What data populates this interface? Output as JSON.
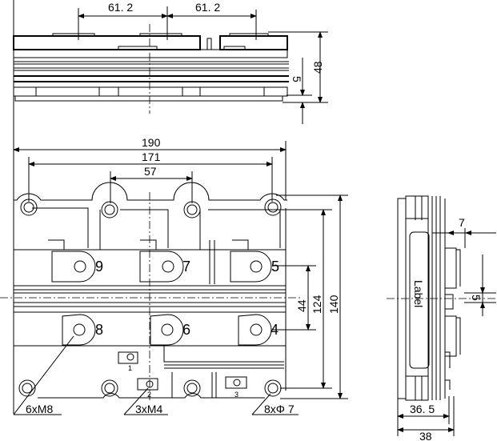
{
  "top_view": {
    "dims": {
      "pitch_left": "61. 2",
      "pitch_right": "61. 2",
      "height": "48",
      "base_offset": "5"
    }
  },
  "front_view": {
    "dims": {
      "width_overall": "190",
      "hole_pitch": "171",
      "center_pitch": "57",
      "terminal_row_spacing": "44",
      "hole_row_spacing": "124",
      "height_overall": "140"
    },
    "terminals": {
      "t9": "9",
      "t7": "7",
      "t5": "5",
      "t8": "8",
      "t6": "6",
      "t4": "4"
    },
    "aux_terminals": {
      "a1": "1",
      "a2": "2",
      "a3": "3"
    },
    "notes": {
      "main_screws": "6xM8",
      "aux_screws": "3xM4",
      "mount_holes": "8xΦ 7"
    }
  },
  "side_view": {
    "label_text": "Label",
    "dims": {
      "terminal_offset": "7",
      "slot": "5",
      "body_depth": "36. 5",
      "total_depth": "38"
    }
  }
}
